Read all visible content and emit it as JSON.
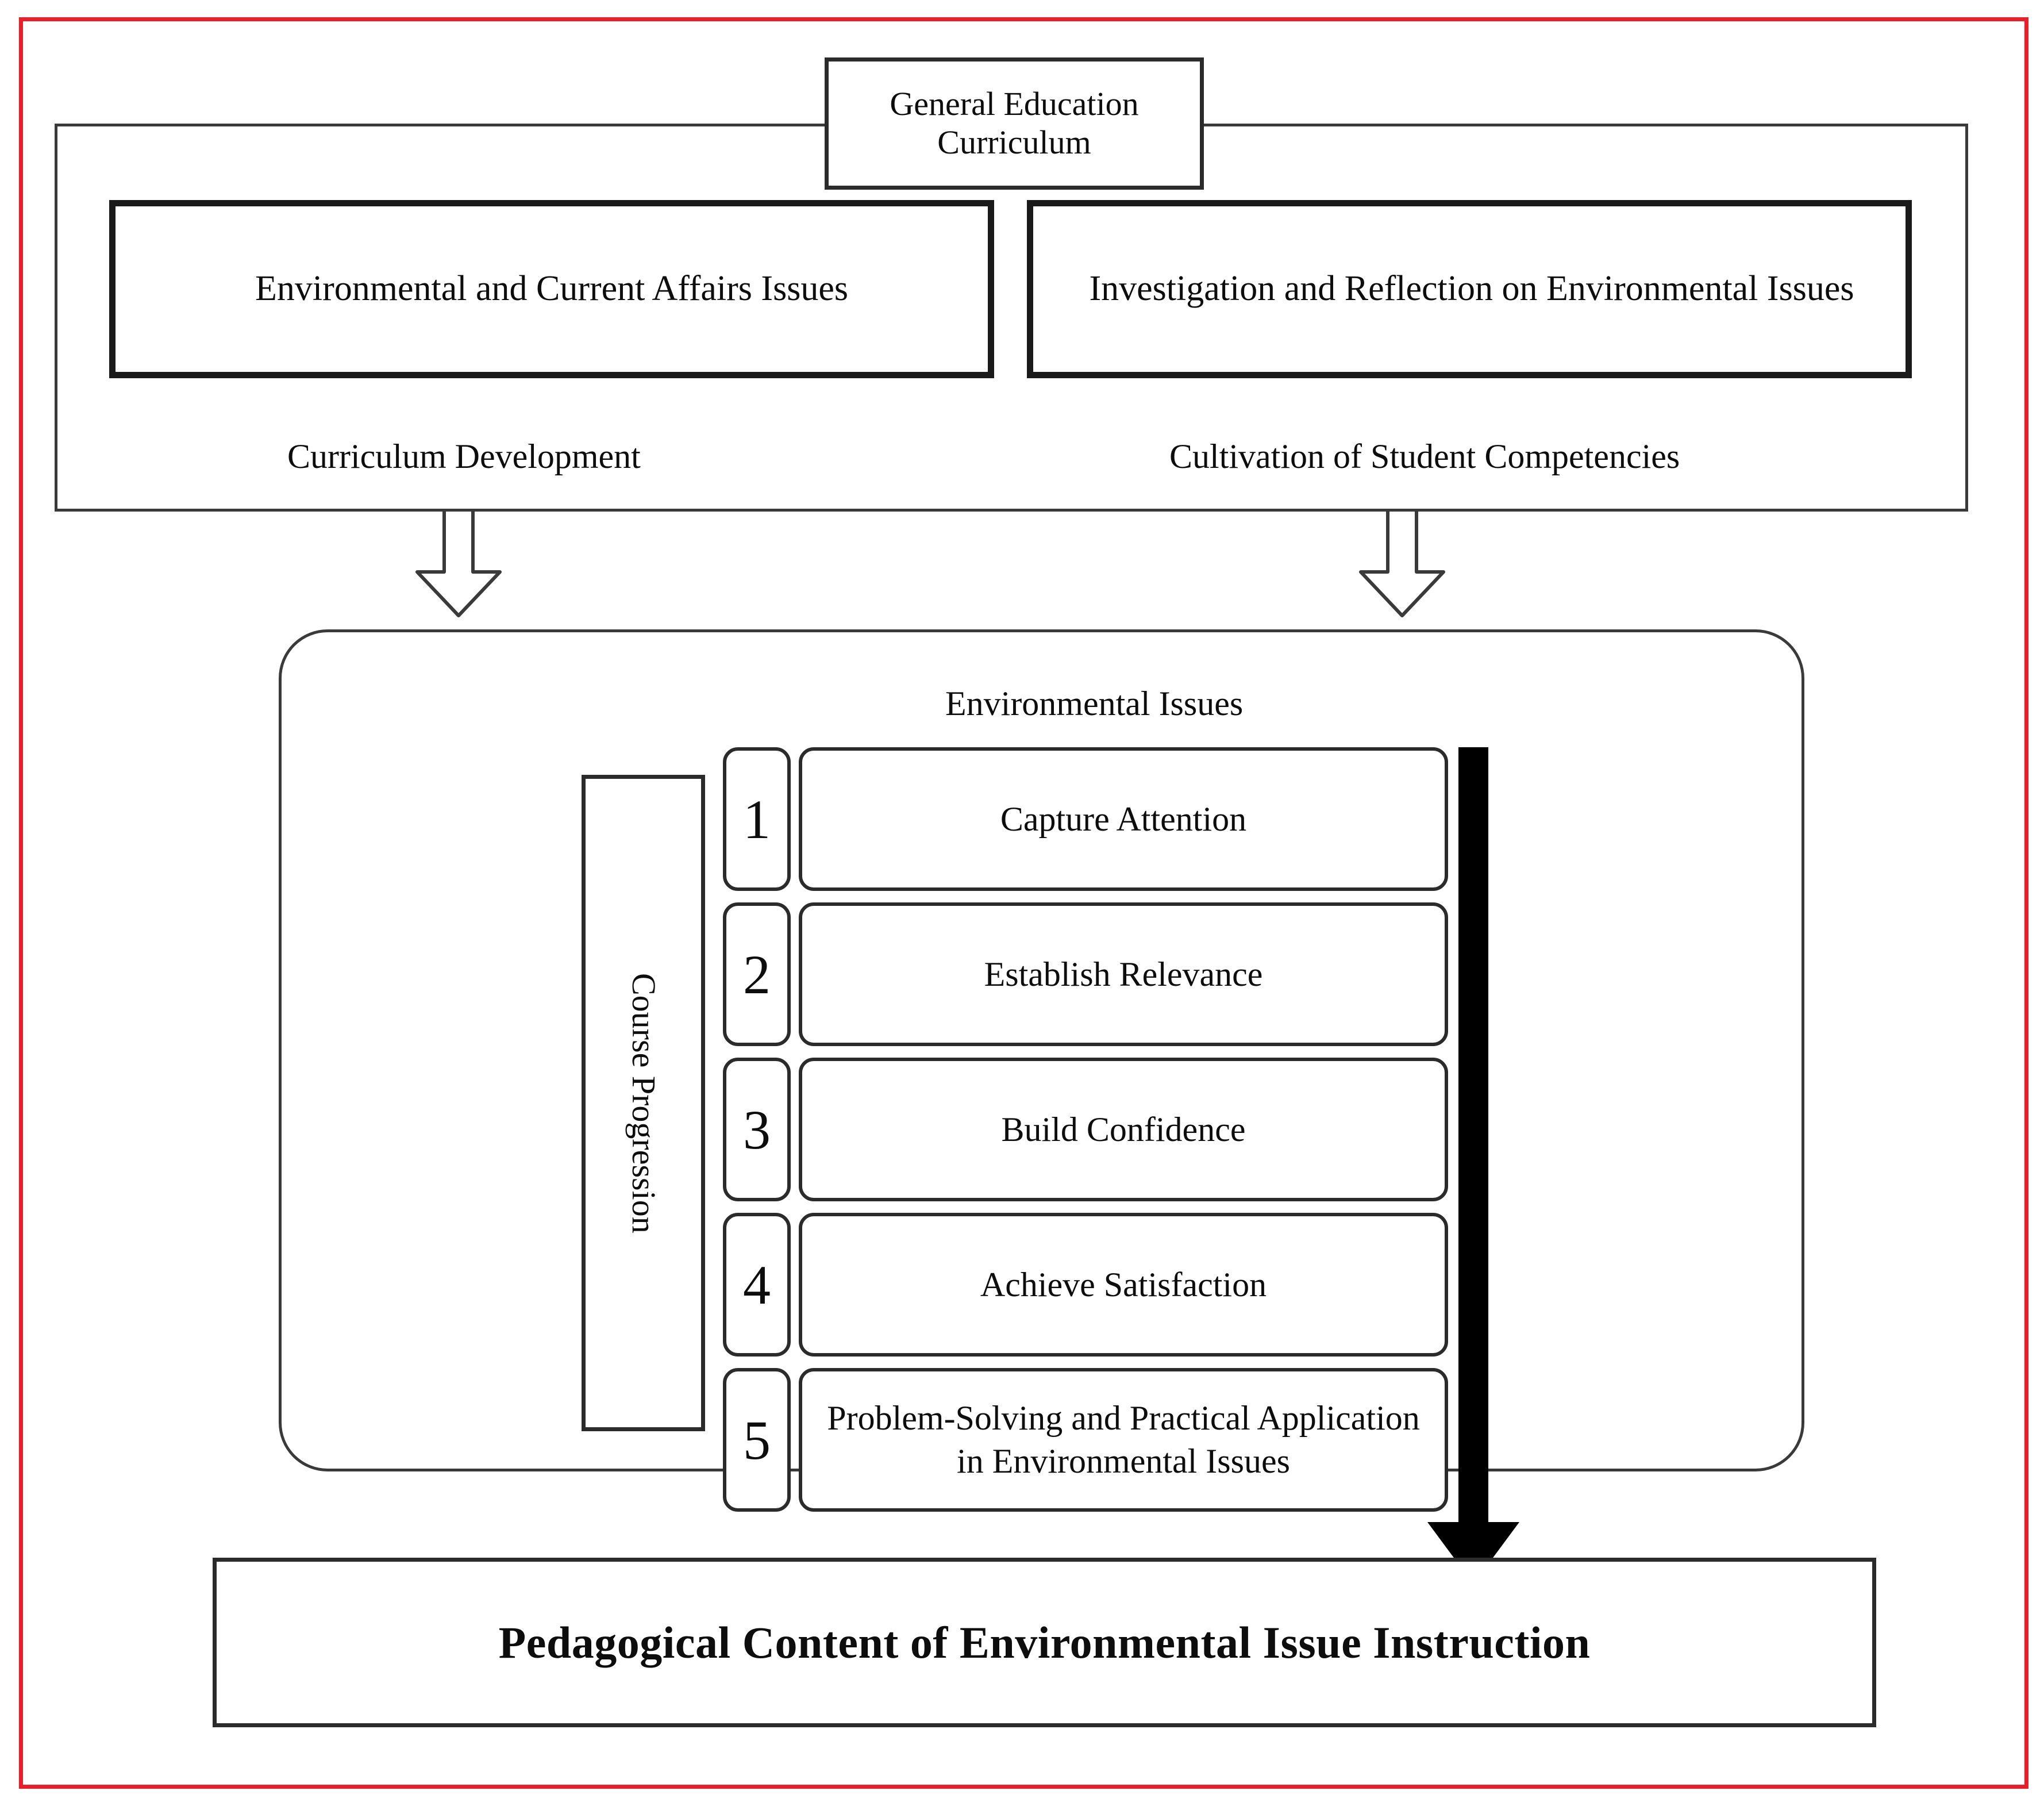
{
  "diagram": {
    "title_top": "General Education Curriculum",
    "outer_container_label": "",
    "feature_boxes": [
      {
        "label": "Environmental and Current Affairs Issues"
      },
      {
        "label": "Investigation and Reflection on Environmental Issues"
      }
    ],
    "sub_labels": [
      "Curriculum Development",
      "Cultivation of Student Competencies"
    ],
    "arrows": {
      "left_hollow_arrow": "down-arrow-icon",
      "right_hollow_arrow": "down-arrow-icon",
      "progress_arrow": "down-arrow-icon"
    },
    "rounded_section": {
      "heading": "Environmental Issues",
      "axis_label": "Course Progression",
      "steps": [
        {
          "number": "1",
          "label": "Capture Attention"
        },
        {
          "number": "2",
          "label": "Establish Relevance"
        },
        {
          "number": "3",
          "label": "Build Confidence"
        },
        {
          "number": "4",
          "label": "Achieve Satisfaction"
        },
        {
          "number": "5",
          "label": "Problem-Solving and Practical Application in Environmental Issues"
        }
      ]
    },
    "result": "Pedagogical Content of Environmental Issue Instruction",
    "colors": {
      "frame": "#ee1c24",
      "box_border": "#2b2b2b",
      "thick_border": "#1a1a1a",
      "accent_bar": "#000000",
      "text": "#0d0d0d",
      "background": "#ffffff"
    }
  }
}
